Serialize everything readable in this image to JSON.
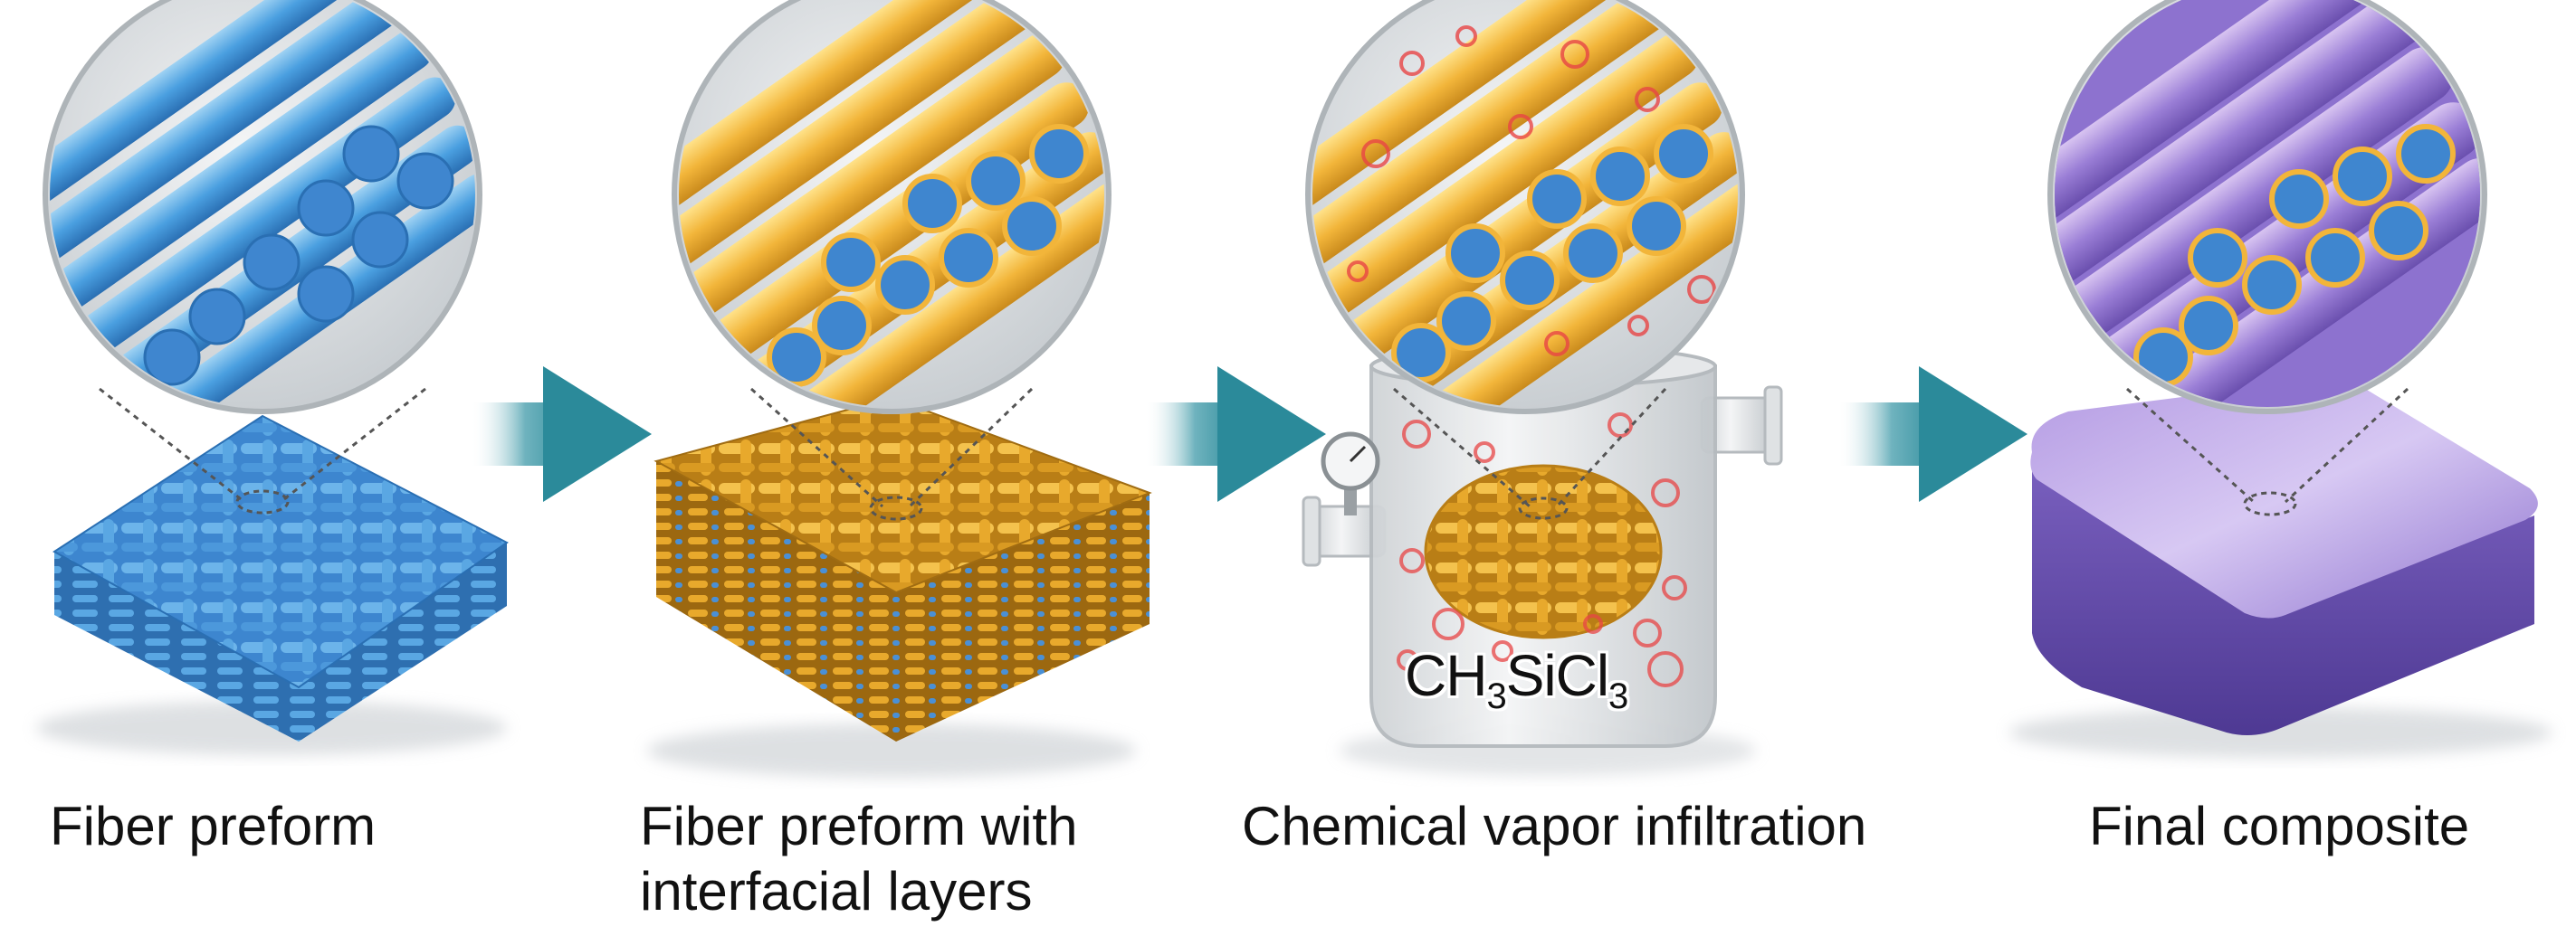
{
  "stages": [
    {
      "caption_line1": "Fiber preform",
      "caption_line2": "",
      "theme": "blue"
    },
    {
      "caption_line1": "Fiber preform with",
      "caption_line2": "interfacial layers",
      "theme": "gold"
    },
    {
      "caption_line1": "Chemical vapor infiltration",
      "caption_line2": "",
      "theme": "gold-reactor"
    },
    {
      "caption_line1": "Final composite",
      "caption_line2": "",
      "theme": "purple"
    }
  ],
  "precursor": {
    "part1": "CH",
    "sub1": "3",
    "part2": "SiCl",
    "sub2": "3"
  },
  "colors": {
    "fiber_blue": "#4a90d6",
    "fiber_blue_dark": "#2f6fb8",
    "coating_gold": "#f0b637",
    "coating_gold_dark": "#c8891c",
    "matrix_purple": "#8a6cc9",
    "matrix_purple_dark": "#5e46a0",
    "arrow_teal": "#2b8a9a",
    "gas_red": "#e84545",
    "lens_gray": "#d9dde0"
  },
  "icons": [
    "arrow-right-icon",
    "pressure-gauge-icon",
    "magnifier-lens-icon",
    "gas-molecule-icon"
  ]
}
